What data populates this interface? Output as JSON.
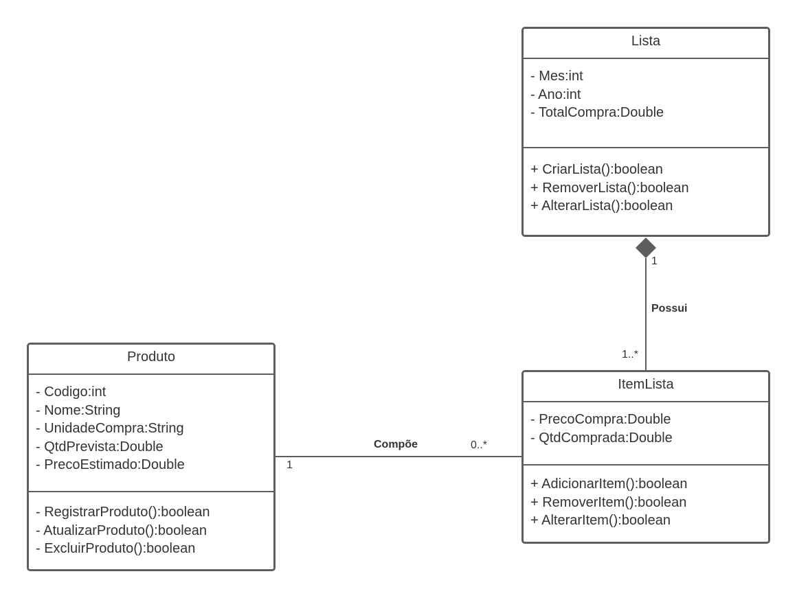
{
  "classes": {
    "lista": {
      "name": "Lista",
      "attributes": [
        "- Mes:int",
        "- Ano:int",
        "- TotalCompra:Double"
      ],
      "methods": [
        "+ CriarLista():boolean",
        "+ RemoverLista():boolean",
        "+ AlterarLista():boolean"
      ]
    },
    "produto": {
      "name": "Produto",
      "attributes": [
        "- Codigo:int",
        "- Nome:String",
        "- UnidadeCompra:String",
        "- QtdPrevista:Double",
        "- PrecoEstimado:Double"
      ],
      "methods": [
        "- RegistrarProduto():boolean",
        "- AtualizarProduto():boolean",
        "- ExcluirProduto():boolean"
      ]
    },
    "itemlista": {
      "name": "ItemLista",
      "attributes": [
        "- PrecoCompra:Double",
        "- QtdComprada:Double"
      ],
      "methods": [
        "+ AdicionarItem():boolean",
        "+ RemoverItem():boolean",
        "+ AlterarItem():boolean"
      ]
    }
  },
  "associations": {
    "possui": {
      "label": "Possui",
      "mult_source": "1",
      "mult_target": "1..*"
    },
    "compoe": {
      "label": "Compõe",
      "mult_source": "1",
      "mult_target": "0..*"
    }
  }
}
